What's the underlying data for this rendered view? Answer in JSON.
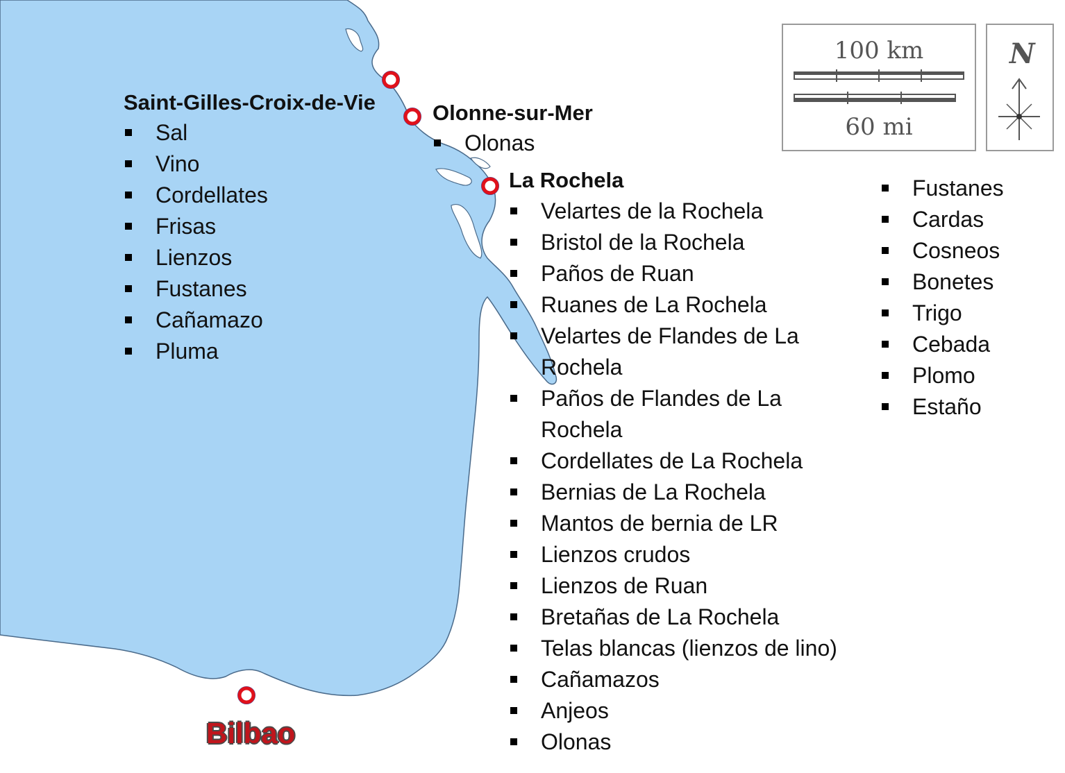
{
  "map": {
    "sea_color": "#a8d4f5",
    "coast_color": "#4a6a8a",
    "marker_color": "#e0111b",
    "marker_ring": "#3a4fa0"
  },
  "ports": {
    "saint_gilles": {
      "name": "Saint-Gilles-Croix-de-Vie",
      "goods": [
        "Sal",
        "Vino",
        "Cordellates",
        "Frisas",
        "Lienzos",
        "Fustanes",
        "Cañamazo",
        "Pluma"
      ]
    },
    "olonne": {
      "name": "Olonne-sur-Mer",
      "goods": [
        "Olonas"
      ]
    },
    "la_rochela": {
      "name": "La Rochela",
      "goods": [
        "Velartes de la Rochela",
        "Bristol de la Rochela",
        "Paños de Ruan",
        "Ruanes de La Rochela",
        "Velartes de Flandes de La Rochela",
        "Paños de Flandes de La Rochela",
        "Cordellates de La Rochela",
        "Bernias de La Rochela",
        "Mantos de bernia de LR",
        "Lienzos crudos",
        "Lienzos de Ruan",
        "Bretañas de La Rochela",
        "Telas blancas (lienzos de lino)",
        "Cañamazos",
        "Anjeos",
        "Olonas"
      ],
      "goods_continued": [
        "Fustanes",
        "Cardas",
        "Cosneos",
        "Bonetes",
        "Trigo",
        "Cebada",
        "Plomo",
        "Estaño"
      ]
    },
    "bilbao": {
      "name": "Bilbao"
    }
  },
  "scale": {
    "km_label": "100 km",
    "mi_label": "60 mi"
  },
  "compass": {
    "label": "N"
  }
}
